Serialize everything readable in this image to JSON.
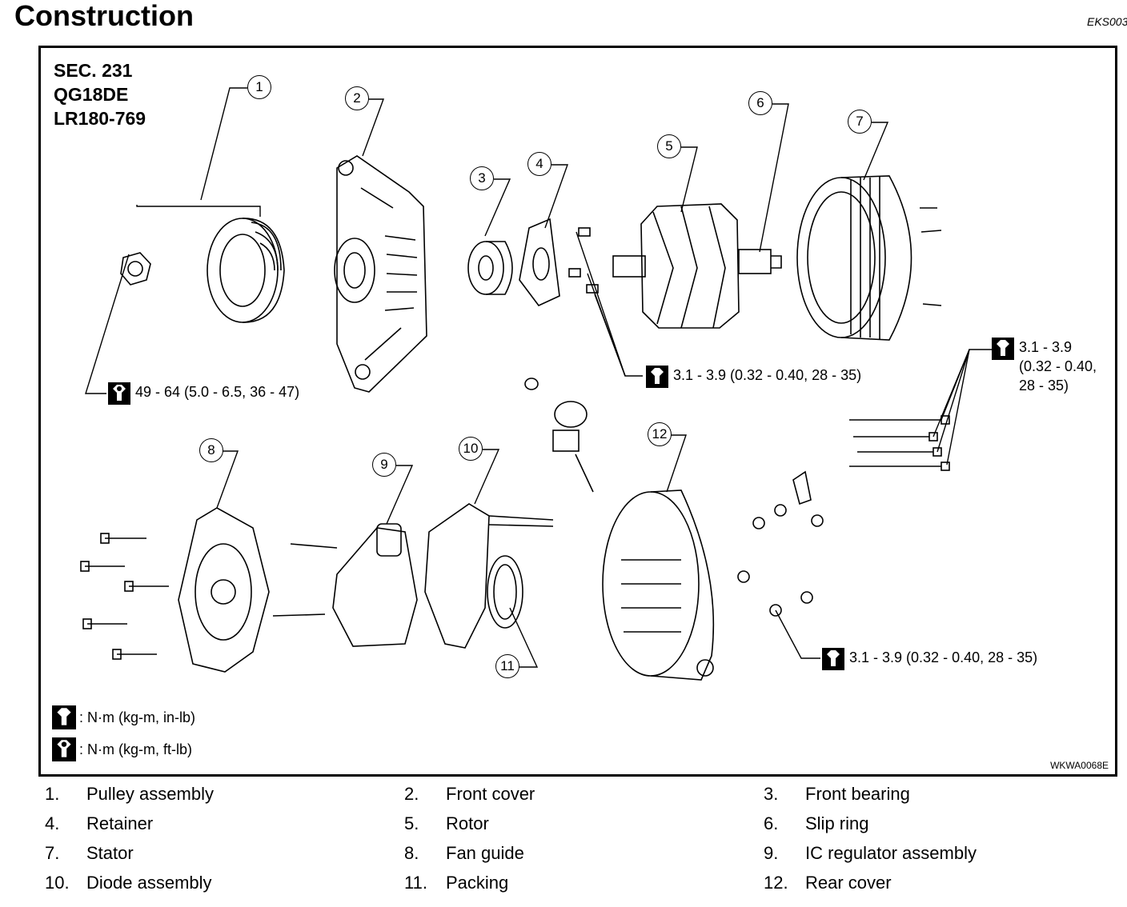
{
  "header": {
    "title": "Construction",
    "doc_code": "EKS003"
  },
  "figure": {
    "sec_lines": [
      "SEC. 231",
      "QG18DE",
      "LR180-769"
    ],
    "figure_code": "WKWA0068E",
    "callouts": [
      "1",
      "2",
      "3",
      "4",
      "5",
      "6",
      "7",
      "8",
      "9",
      "10",
      "11",
      "12"
    ],
    "torque_specs": {
      "nut": "49 - 64 (5.0 - 6.5, 36 - 47)",
      "screws": "3.1 - 3.9 (0.32 - 0.40, 28 - 35)",
      "through_bolts_lines": [
        "3.1 - 3.9",
        "(0.32 - 0.40,",
        "28 - 35)"
      ],
      "rear_nuts": "3.1 - 3.9 (0.32 - 0.40, 28 - 35)"
    },
    "legend": [
      {
        "icon": "torque-wrench-filled-icon",
        "text": ": N·m (kg-m, in-lb)"
      },
      {
        "icon": "torque-wrench-outline-icon",
        "text": ": N·m (kg-m, ft-lb)"
      }
    ]
  },
  "parts": [
    {
      "num": "1.",
      "name": "Pulley assembly"
    },
    {
      "num": "2.",
      "name": "Front cover"
    },
    {
      "num": "3.",
      "name": "Front bearing"
    },
    {
      "num": "4.",
      "name": "Retainer"
    },
    {
      "num": "5.",
      "name": "Rotor"
    },
    {
      "num": "6.",
      "name": "Slip ring"
    },
    {
      "num": "7.",
      "name": "Stator"
    },
    {
      "num": "8.",
      "name": "Fan guide"
    },
    {
      "num": "9.",
      "name": "IC regulator assembly"
    },
    {
      "num": "10.",
      "name": "Diode assembly"
    },
    {
      "num": "11.",
      "name": "Packing"
    },
    {
      "num": "12.",
      "name": "Rear cover"
    }
  ]
}
